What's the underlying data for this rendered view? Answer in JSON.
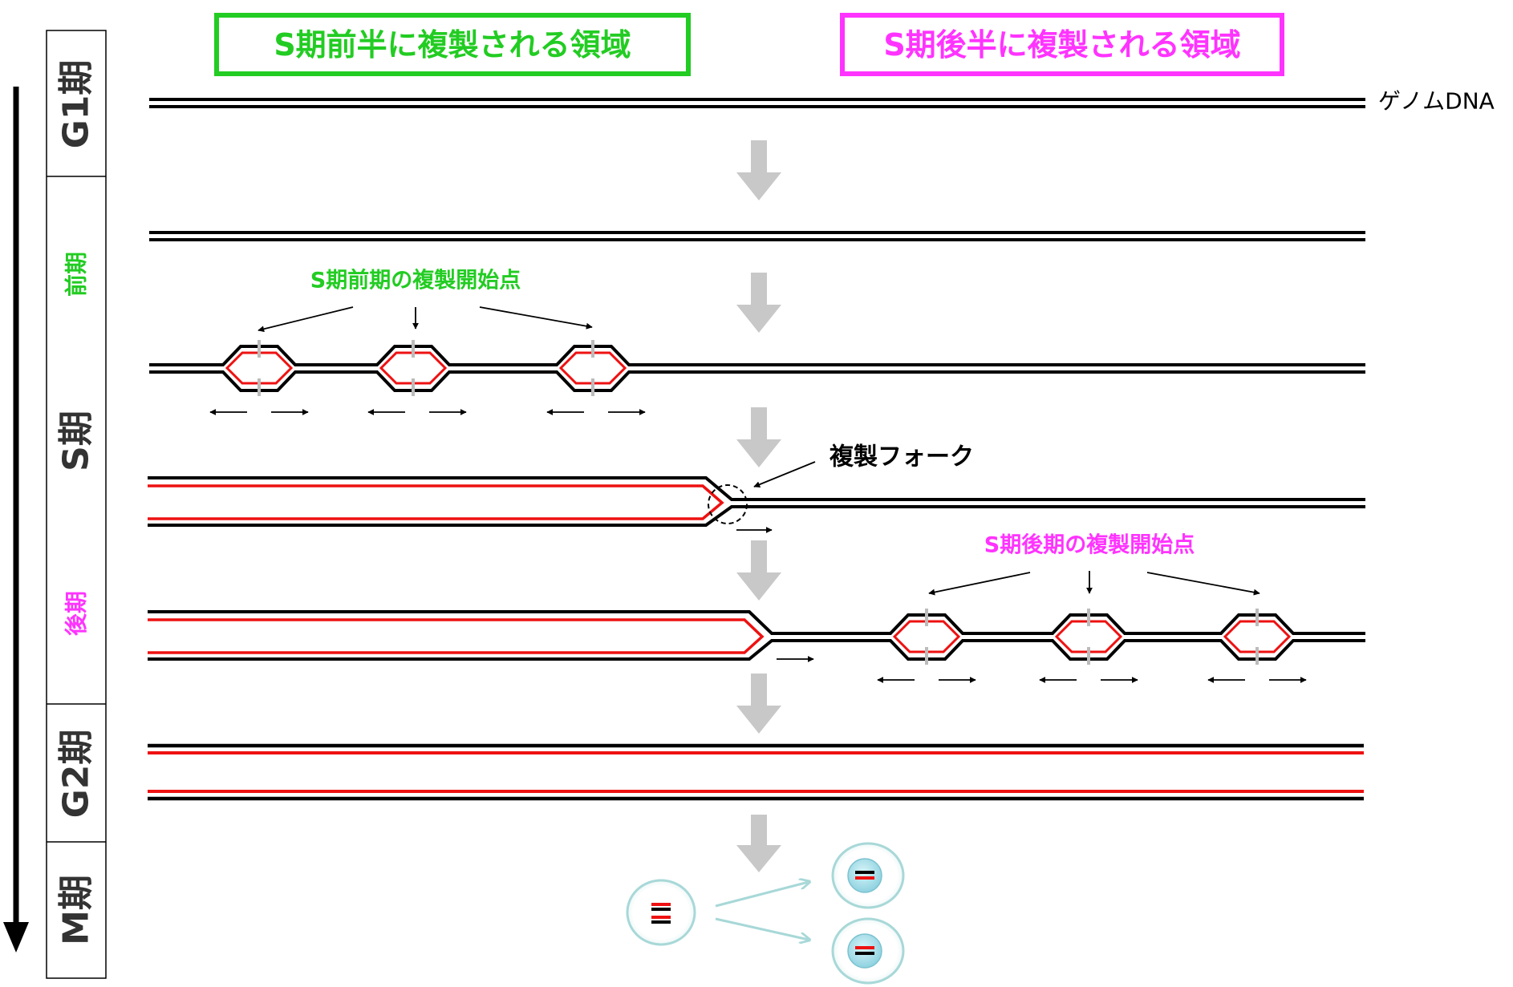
{
  "headers": {
    "early": "S期前半に複製される領域",
    "late": "S期後半に複製される領域"
  },
  "genome_label": "ゲノムDNA",
  "phases": {
    "g1": "G1期",
    "s_early": "前期",
    "s": "S期",
    "s_late": "後期",
    "g2": "G2期",
    "m": "M期"
  },
  "annotations": {
    "early_origins": "S期前期の複製開始点",
    "fork": "複製フォーク",
    "late_origins": "S期後期の複製開始点"
  },
  "colors": {
    "early": "#22cc22",
    "late": "#ff33ff",
    "dna": "#000000",
    "new_strand": "#ee1111",
    "flow_arrow": "#c8c8c8",
    "origin_mark": "#bbbbbb",
    "cell_outline": "#a8d8d8",
    "nucleus": "#aee4ee"
  }
}
